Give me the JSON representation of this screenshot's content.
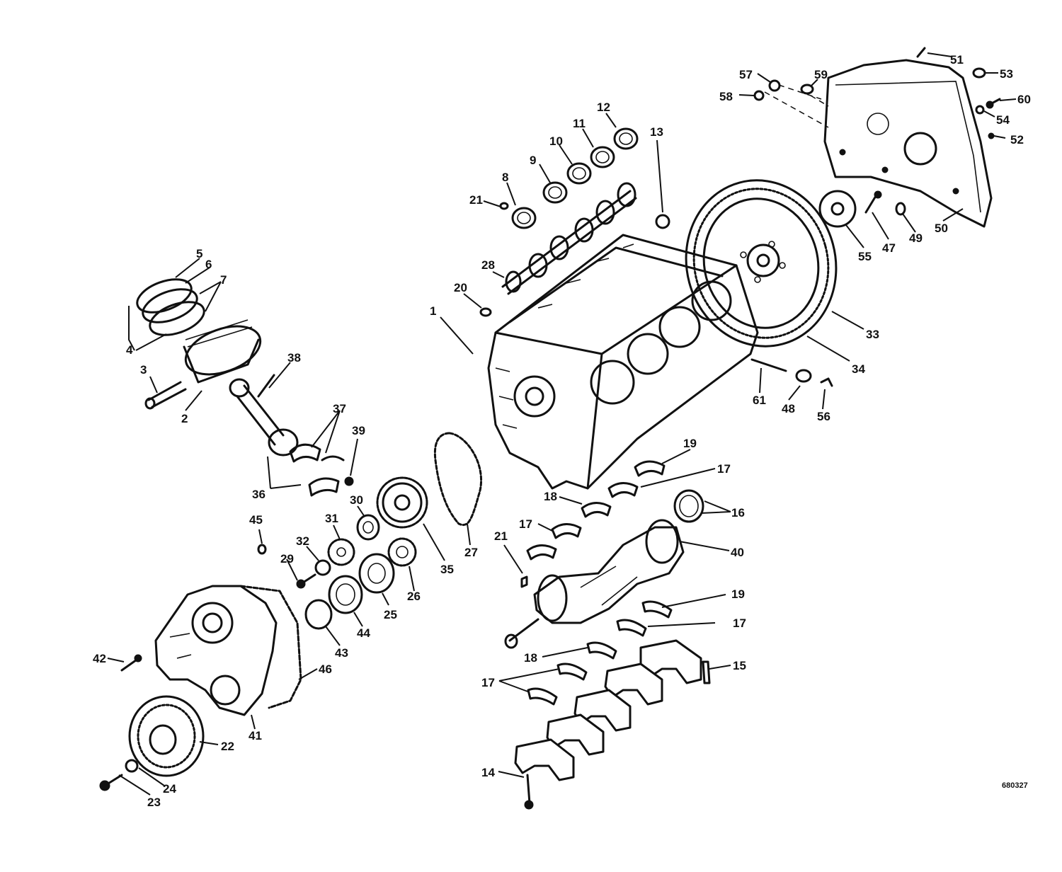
{
  "figure_code": "680327",
  "callouts": [
    {
      "text": "1"
    },
    {
      "text": "2"
    },
    {
      "text": "3"
    },
    {
      "text": "4"
    },
    {
      "text": "5"
    },
    {
      "text": "6"
    },
    {
      "text": "7"
    },
    {
      "text": "8"
    },
    {
      "text": "9"
    },
    {
      "text": "10"
    },
    {
      "text": "11"
    },
    {
      "text": "12"
    },
    {
      "text": "13"
    },
    {
      "text": "14"
    },
    {
      "text": "15"
    },
    {
      "text": "16"
    },
    {
      "text": "17"
    },
    {
      "text": "17"
    },
    {
      "text": "17"
    },
    {
      "text": "17"
    },
    {
      "text": "18"
    },
    {
      "text": "18"
    },
    {
      "text": "19"
    },
    {
      "text": "19"
    },
    {
      "text": "20"
    },
    {
      "text": "21"
    },
    {
      "text": "21"
    },
    {
      "text": "22"
    },
    {
      "text": "23"
    },
    {
      "text": "24"
    },
    {
      "text": "25"
    },
    {
      "text": "26"
    },
    {
      "text": "27"
    },
    {
      "text": "28"
    },
    {
      "text": "29"
    },
    {
      "text": "30"
    },
    {
      "text": "31"
    },
    {
      "text": "32"
    },
    {
      "text": "33"
    },
    {
      "text": "34"
    },
    {
      "text": "35"
    },
    {
      "text": "36"
    },
    {
      "text": "37"
    },
    {
      "text": "38"
    },
    {
      "text": "39"
    },
    {
      "text": "40"
    },
    {
      "text": "41"
    },
    {
      "text": "42"
    },
    {
      "text": "43"
    },
    {
      "text": "44"
    },
    {
      "text": "45"
    },
    {
      "text": "46"
    },
    {
      "text": "47"
    },
    {
      "text": "48"
    },
    {
      "text": "49"
    },
    {
      "text": "50"
    },
    {
      "text": "51"
    },
    {
      "text": "52"
    },
    {
      "text": "53"
    },
    {
      "text": "54"
    },
    {
      "text": "55"
    },
    {
      "text": "56"
    },
    {
      "text": "57"
    },
    {
      "text": "58"
    },
    {
      "text": "59"
    },
    {
      "text": "60"
    },
    {
      "text": "61"
    }
  ]
}
